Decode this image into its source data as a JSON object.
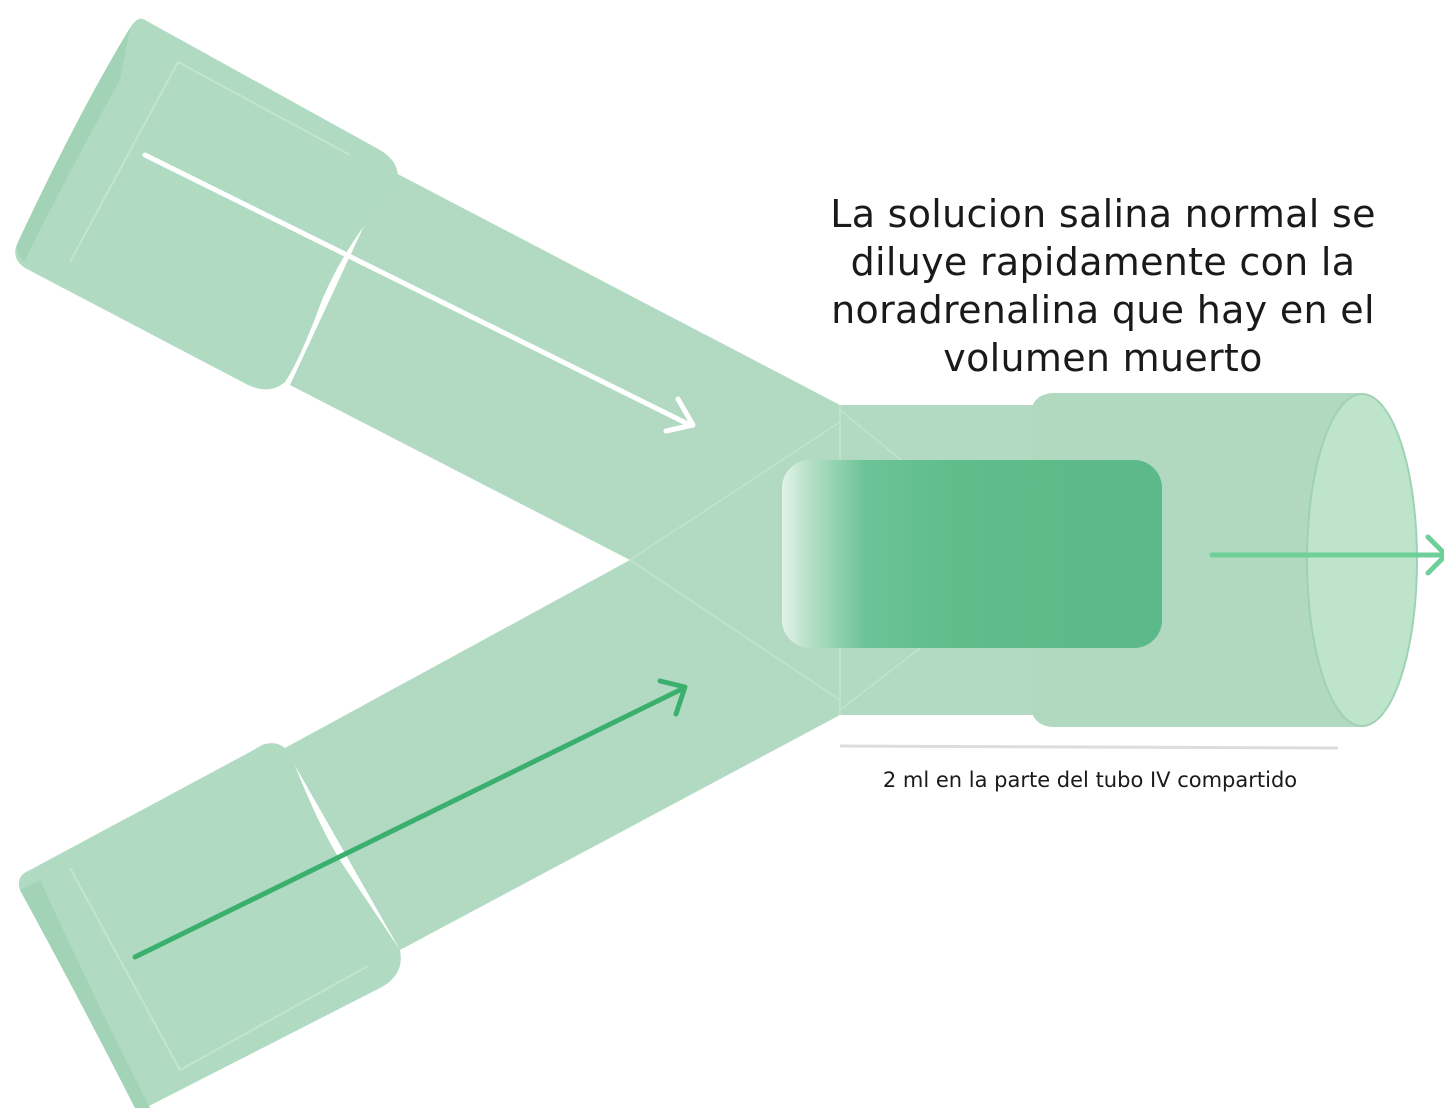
{
  "caption": {
    "lines": [
      "La solucion salina normal se",
      "diluye rapidamente con la",
      "noradrenalina que hay en el",
      "volumen muerto"
    ]
  },
  "measure": {
    "label": "2 ml en la parte del tubo IV compartido"
  },
  "colors": {
    "tube_light": "#b2dac2",
    "tube_cap": "#a9d6bb",
    "tube_end_face": "#bfe4cc",
    "fluid_green": "#5cba8a",
    "arrow_upper": "#ffffff",
    "arrow_lower": "#3bb06e",
    "arrow_outlet": "#6fcf98",
    "measure_line": "#dddddd",
    "text": "#1a1a1a"
  },
  "icons": {
    "upper_arrow": "arrow-right-down-icon",
    "lower_arrow": "arrow-right-up-icon",
    "outlet_arrow": "arrow-right-icon"
  }
}
